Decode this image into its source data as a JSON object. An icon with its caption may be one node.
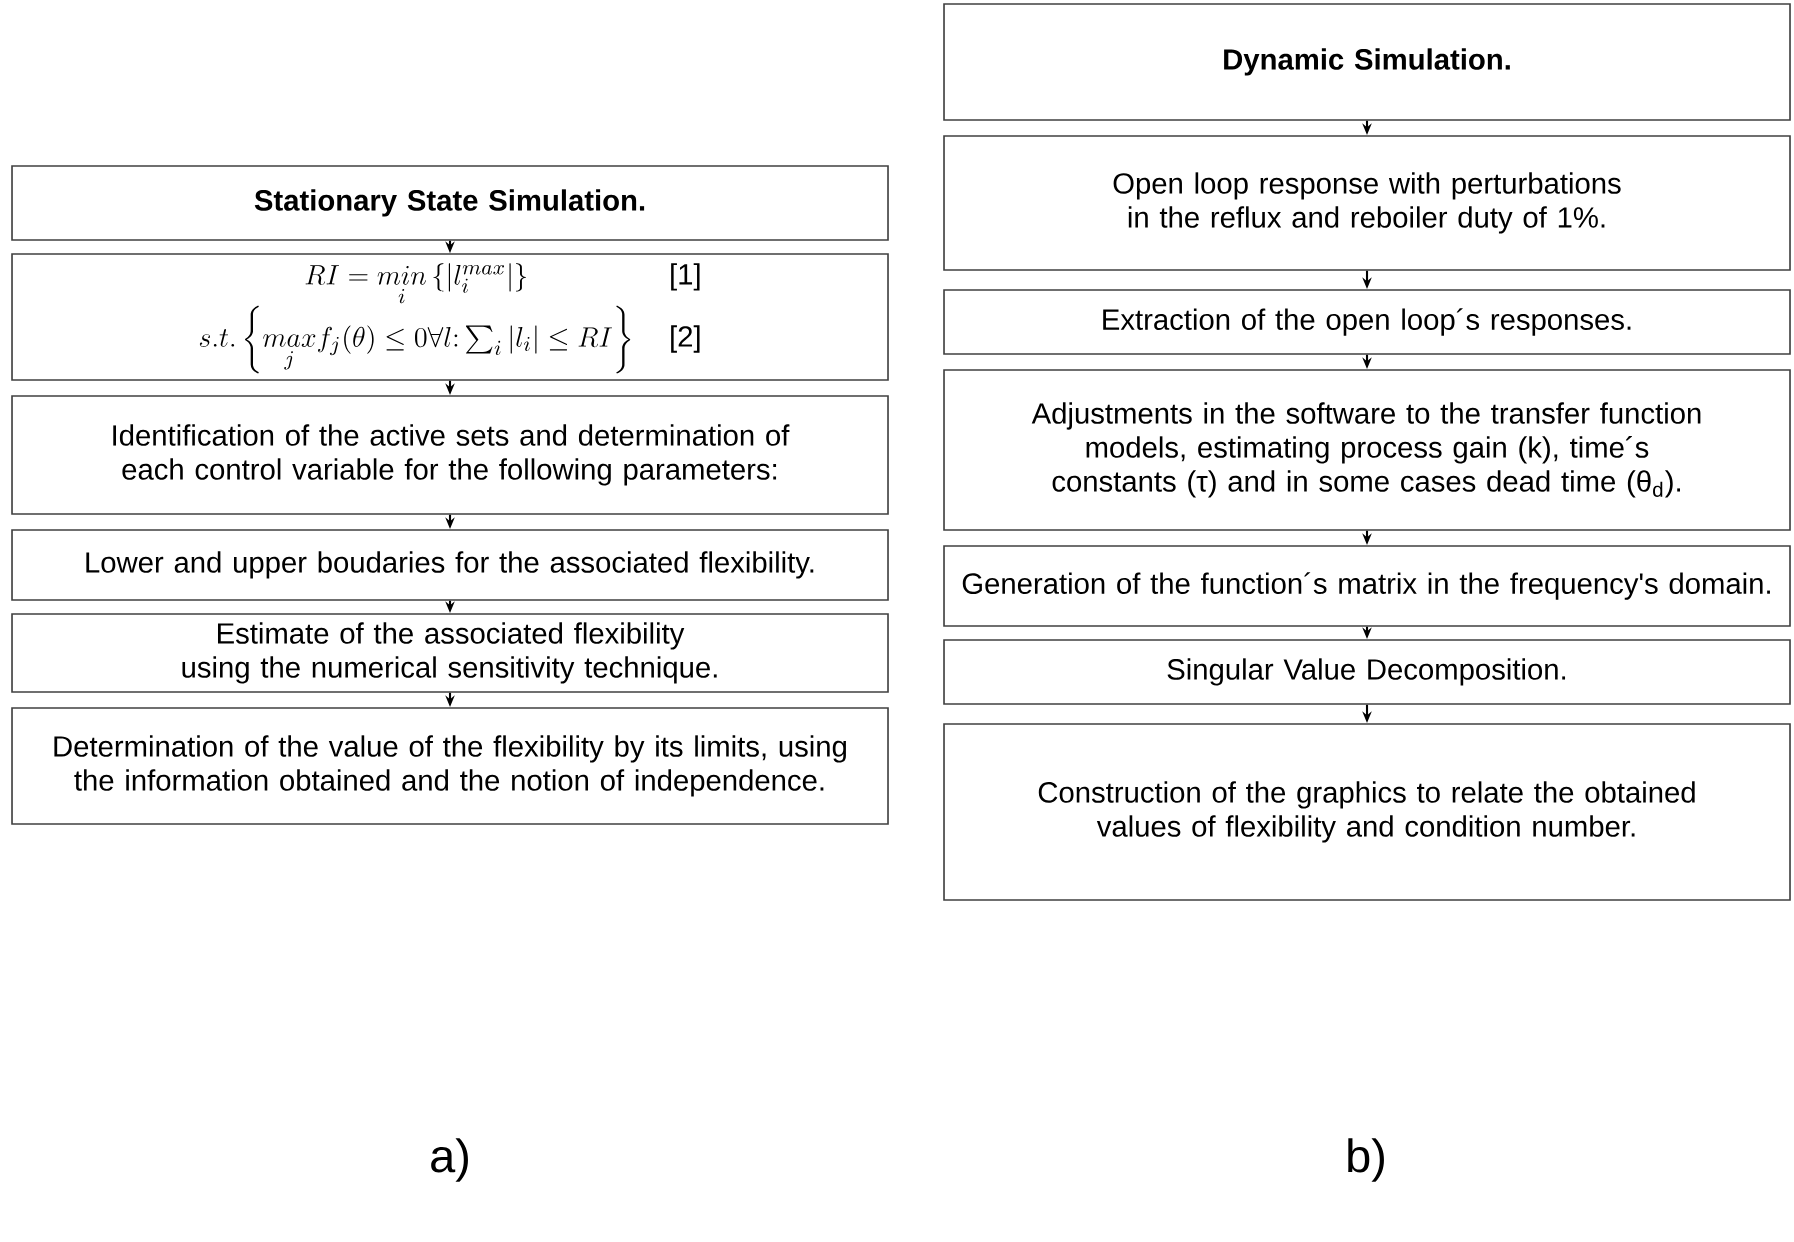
{
  "diagram": {
    "nodes": [
      {
        "text": [
          "Stationary State Simulation."
        ]
      },
      {
        "text": [
          "RI = \\underset{i}{min}\\left\\{\\left|l^{max}_{i}\\right|\\right\\}",
          "[1]",
          "s.t.\\left\\{\\underset{j}{max} f_j(\\theta) \\le 0 \\forall l{:}\\textstyle\\sum_i |l_i| \\le RI\\right\\}",
          "[2]"
        ]
      },
      {
        "text": [
          "Identification of the active sets and determination of each control variable for the following parameters:"
        ]
      },
      {
        "text": [
          "Lower and upper boudaries for the associated flexibility."
        ]
      },
      {
        "text": [
          "Estimate of the associated flexibility using the numerical sensitivity technique."
        ]
      },
      {
        "text": [
          "Determination of the value of the flexibility by its limits, using the information obtained and the notion of independence."
        ]
      },
      {
        "text": [
          "Dynamic Simulation."
        ]
      },
      {
        "text": [
          "Open loop response with perturbations in the reflux and reboiler duty of 1%."
        ]
      },
      {
        "text": [
          "Extraction of the open loop´s responses."
        ]
      },
      {
        "text": [
          "Adjustments in the software to the transfer function models, estimating process gain (k), time´s constants (τ) and in some cases dead time (θ$_{d}$)."
        ]
      },
      {
        "text": [
          "Generation of the function´s matrix in the frequency's domain."
        ]
      },
      {
        "text": [
          "Singular Value Decomposition."
        ]
      },
      {
        "text": [
          "Construction of the graphics to relate the obtained values of flexibility and condition number."
        ]
      }
    ],
    "edges": [
      {
        "from": 0,
        "to": 1,
        "arrow": "to"
      },
      {
        "from": 1,
        "to": 2,
        "arrow": "to"
      },
      {
        "from": 2,
        "to": 3,
        "arrow": "to"
      },
      {
        "from": 3,
        "to": 4,
        "arrow": "to"
      },
      {
        "from": 4,
        "to": 5,
        "arrow": "to"
      },
      {
        "from": 6,
        "to": 7,
        "arrow": "to"
      },
      {
        "from": 7,
        "to": 8,
        "arrow": "to"
      },
      {
        "from": 8,
        "to": 9,
        "arrow": "to"
      },
      {
        "from": 9,
        "to": 10,
        "arrow": "to"
      },
      {
        "from": 10,
        "to": 11,
        "arrow": "to"
      },
      {
        "from": 11,
        "to": 12,
        "arrow": "to"
      }
    ],
    "labels": [
      "a)",
      "b)"
    ]
  }
}
